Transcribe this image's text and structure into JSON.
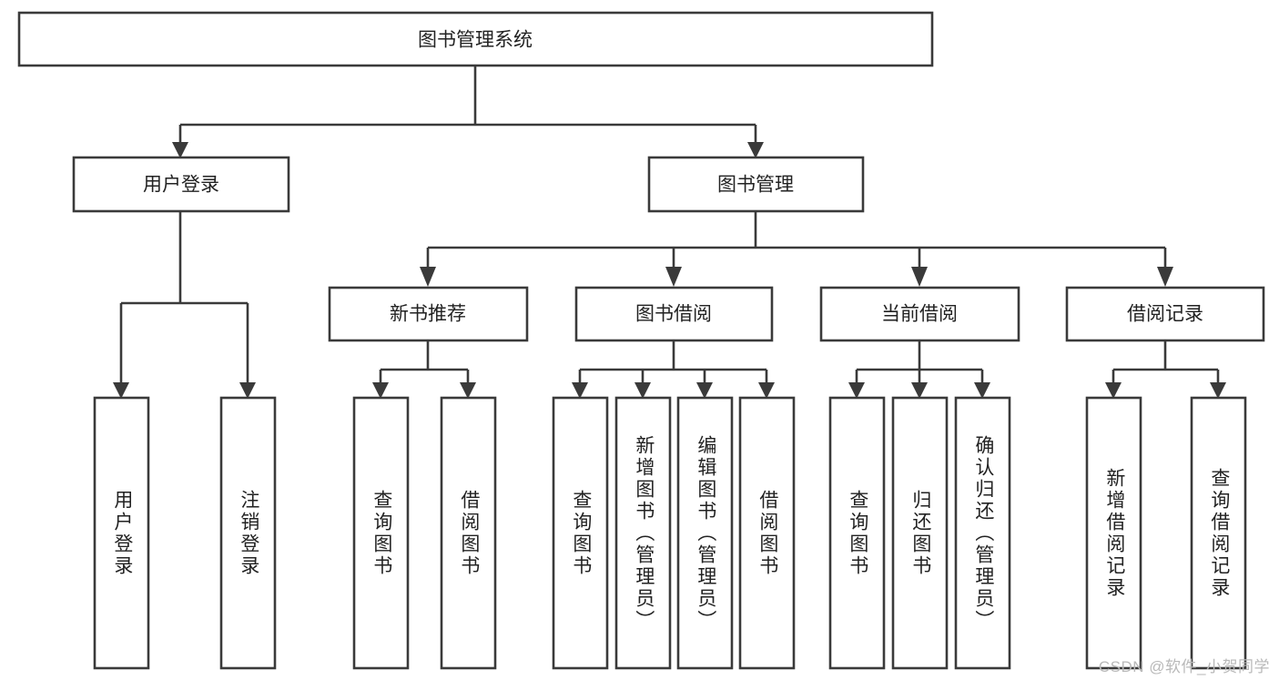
{
  "diagram": {
    "title": "图书管理系统",
    "type": "tree-hierarchy-chart",
    "orientation": "top-down",
    "colors": {
      "box_stroke": "#3a3a3a",
      "box_fill": "#ffffff",
      "text": "#222222",
      "background": "#ffffff",
      "watermark": "#b9b9b9"
    }
  },
  "root": {
    "id": "root",
    "label": "图书管理系统"
  },
  "level2": [
    {
      "id": "user-login",
      "label": "用户登录"
    },
    {
      "id": "book-manage",
      "label": "图书管理"
    }
  ],
  "level3": [
    {
      "id": "new-book-recommend",
      "label": "新书推荐",
      "parent": "book-manage"
    },
    {
      "id": "book-borrow",
      "label": "图书借阅",
      "parent": "book-manage"
    },
    {
      "id": "current-borrow",
      "label": "当前借阅",
      "parent": "book-manage"
    },
    {
      "id": "borrow-record",
      "label": "借阅记录",
      "parent": "book-manage"
    }
  ],
  "leaves": {
    "user_login": [
      {
        "id": "leaf-user-login",
        "label": "用户登录"
      },
      {
        "id": "leaf-logout",
        "label": "注销登录"
      }
    ],
    "new_book_recommend": [
      {
        "id": "leaf-query-book-1",
        "label": "查询图书"
      },
      {
        "id": "leaf-borrow-book-1",
        "label": "借阅图书"
      }
    ],
    "book_borrow": [
      {
        "id": "leaf-query-book-2",
        "label": "查询图书"
      },
      {
        "id": "leaf-add-book",
        "label": "新增图书（管理员）"
      },
      {
        "id": "leaf-edit-book",
        "label": "编辑图书（管理员）"
      },
      {
        "id": "leaf-borrow-book-2",
        "label": "借阅图书"
      }
    ],
    "current_borrow": [
      {
        "id": "leaf-query-book-3",
        "label": "查询图书"
      },
      {
        "id": "leaf-return-book",
        "label": "归还图书"
      },
      {
        "id": "leaf-confirm-return",
        "label": "确认归还（管理员）"
      }
    ],
    "borrow_record": [
      {
        "id": "leaf-add-record",
        "label": "新增借阅记录"
      },
      {
        "id": "leaf-query-record",
        "label": "查询借阅记录"
      }
    ]
  },
  "watermark": {
    "text": "CSDN @软件_小贺同学"
  }
}
